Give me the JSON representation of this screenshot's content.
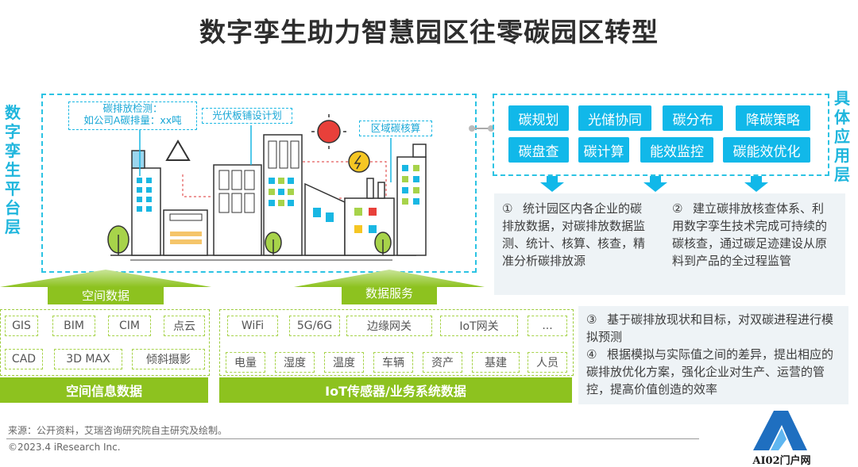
{
  "title": "数字孪生助力智慧园区往零碳园区转型",
  "left_layer_label": "数字孪生平台层",
  "right_layer_label": "具体应用层",
  "callouts": {
    "carbon_detect": "碳排放检测：\n如公司A碳排量：xx吨",
    "solar_plan": "光伏板铺设计划",
    "region_accounting": "区域碳核算"
  },
  "applications": [
    "碳规划",
    "光储协同",
    "碳分布",
    "降碳策略",
    "碳盘查",
    "碳计算",
    "能效监控",
    "碳能效优化"
  ],
  "notes": [
    {
      "num": "①",
      "text": "统计园区内各企业的碳排放数据，对碳排放数据监测、统计、核算、核查，精准分析碳排放源"
    },
    {
      "num": "②",
      "text": "建立碳排放核查体系、利用数字孪生技术完成可持续的碳核查，通过碳足迹建设从原料到产品的全过程监管"
    },
    {
      "num": "③",
      "text": "基于碳排放现状和目标，对双碳进程进行模拟预测"
    },
    {
      "num": "④",
      "text": "根据模拟与实际值之间的差异，提出相应的碳排放优化方案，强化企业对生产、运营的管控，提高价值创造的效率"
    }
  ],
  "spatial": {
    "arrow_label": "空间数据",
    "row1": [
      "GIS",
      "BIM",
      "CIM",
      "点云"
    ],
    "row2": [
      "CAD",
      "3D MAX",
      "倾斜摄影"
    ],
    "bar_label": "空间信息数据"
  },
  "iot": {
    "arrow_label": "数据服务",
    "row1": [
      "WiFi",
      "5G/6G",
      "边缘网关",
      "IoT网关",
      "..."
    ],
    "row2": [
      "电量",
      "湿度",
      "温度",
      "车辆",
      "资产",
      "基建",
      "人员"
    ],
    "bar_label": "IoT传感器/业务系统数据"
  },
  "footer": {
    "source": "来源：公开资料，艾瑞咨询研究院自主研究及绘制。",
    "copyright": "©2023.4 iResearch Inc."
  },
  "watermark": "AI02门户网",
  "colors": {
    "cyan": "#11b8e9",
    "green": "#8dc21f",
    "grey_panel": "#eef3f6"
  }
}
